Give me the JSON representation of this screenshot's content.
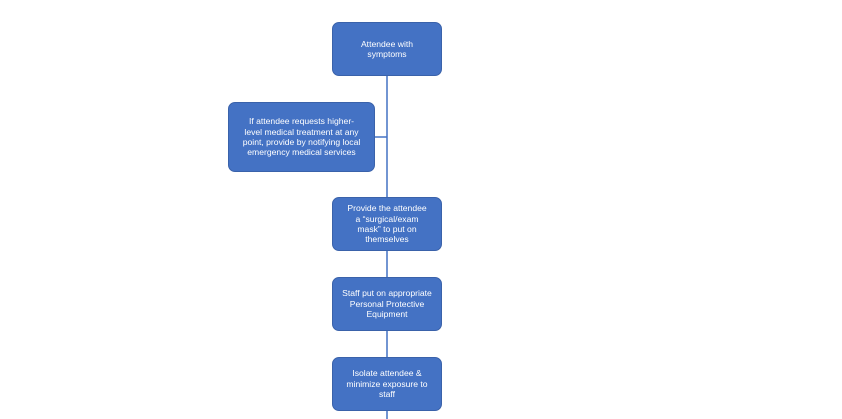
{
  "flowchart": {
    "colors": {
      "node_fill": "#4472c4",
      "connector": "#4472c4",
      "node_text": "#ffffff"
    },
    "nodes": {
      "start": "Attendee with\nsymptoms",
      "side_note": "If attendee requests higher-\nlevel medical treatment at any\npoint, provide by notifying local\nemergency medical services",
      "mask": "Provide the attendee\na “surgical/exam\nmask” to put on\nthemselves",
      "ppe": "Staff put on appropriate\nPersonal Protective\nEquipment",
      "isolate": "Isolate attendee &\nminimize exposure to\nstaff"
    }
  }
}
